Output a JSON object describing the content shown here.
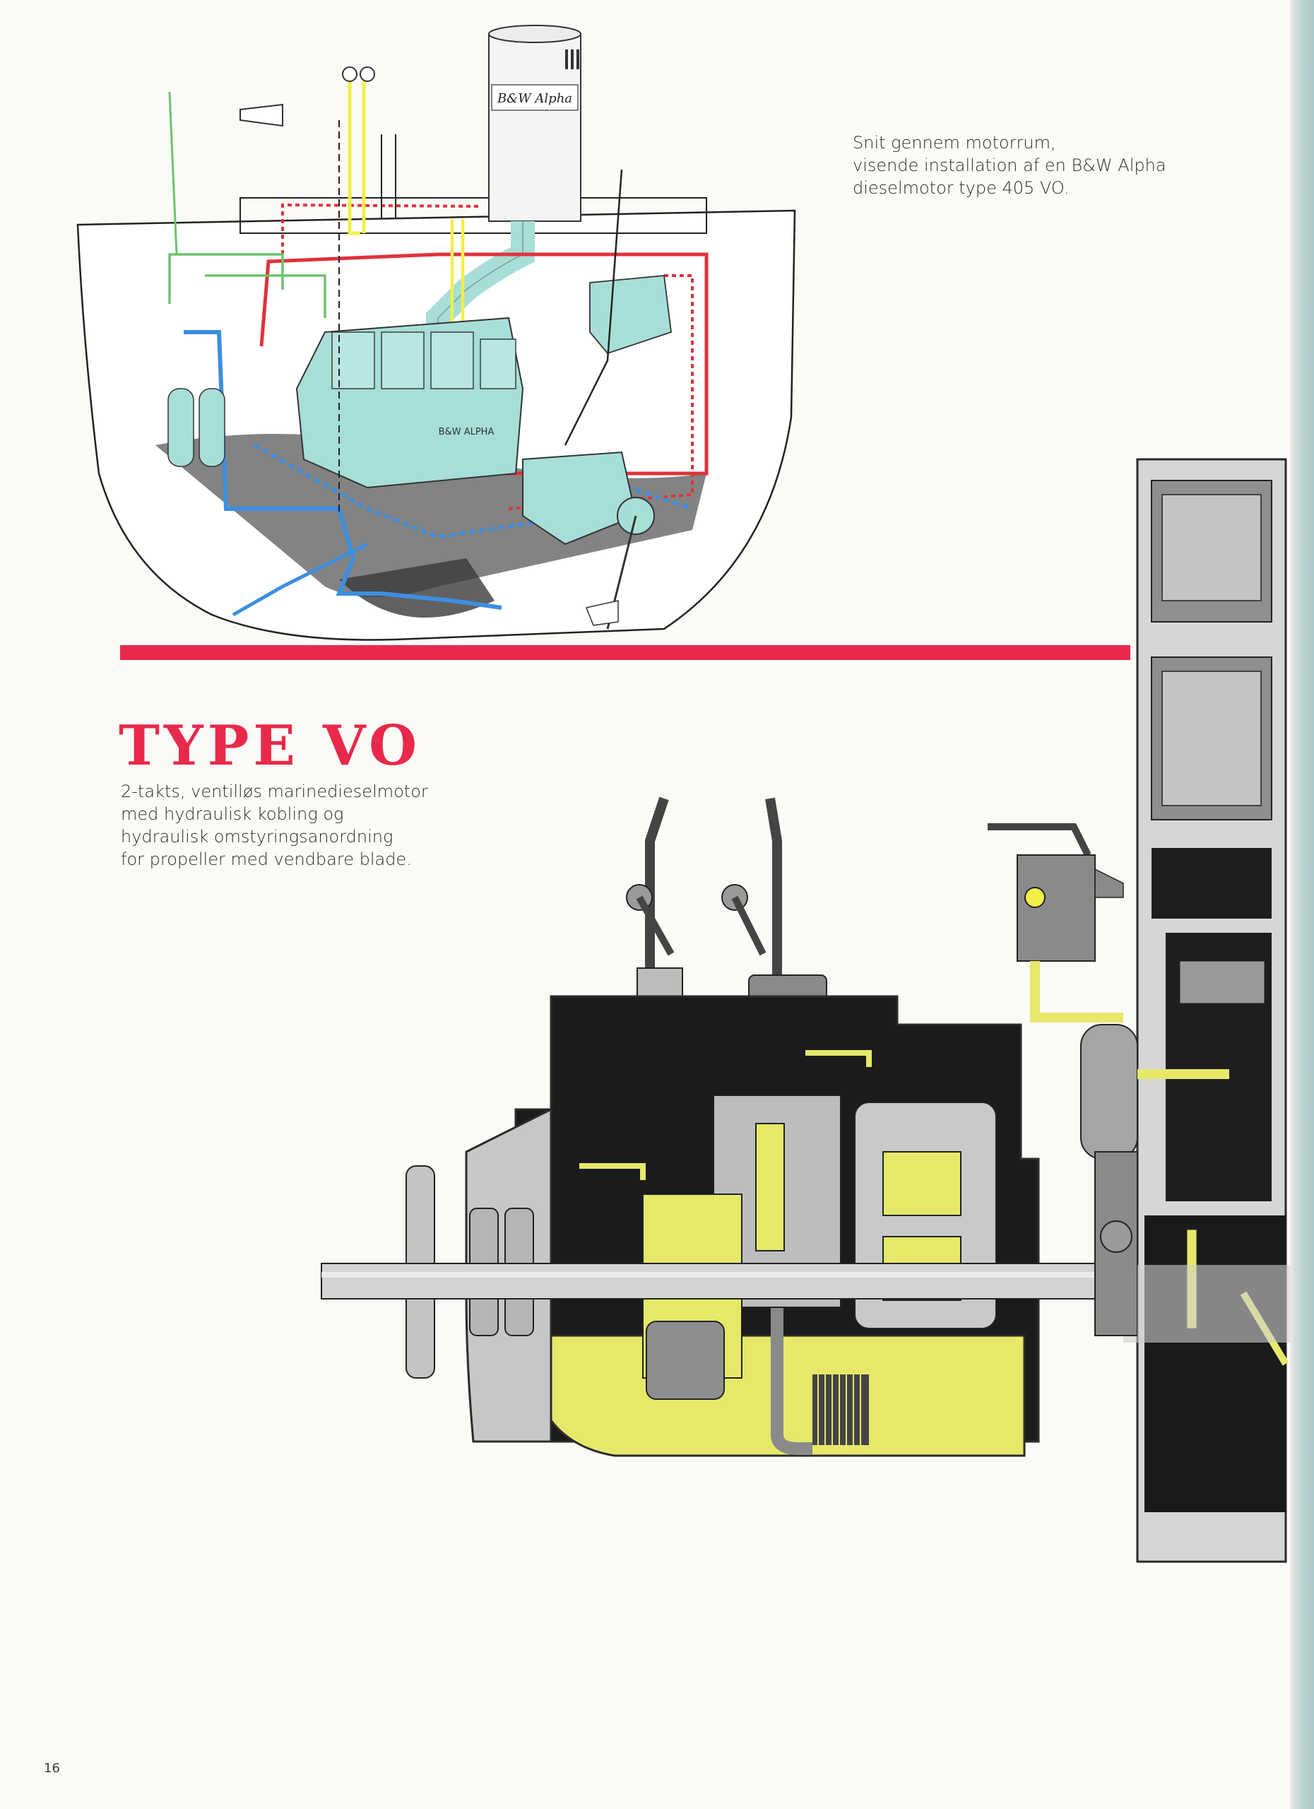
{
  "caption": {
    "lines": [
      "Snit gennem motorrum,",
      "visende installation af en B&W Alpha",
      "dieselmotor type 405 VO."
    ]
  },
  "heading": "TYPE VO",
  "subtext": {
    "lines": [
      "2-takts, ventilløs marinedieselmotor",
      "med hydraulisk kobling og",
      "hydraulisk omstyringsanordning",
      "for propeller med vendbare blade."
    ]
  },
  "silencer_label": "B&W Alpha",
  "engine_label": "B&W ALPHA",
  "page_number": "16",
  "colors": {
    "accent_red": "#e8294b",
    "pipe_blue": "#3b8fe0",
    "pipe_green": "#6cc36c",
    "pipe_yellow": "#f1ef4a",
    "engine_cyan": "#a7ded8",
    "oil_yellow": "#e6e86a"
  }
}
